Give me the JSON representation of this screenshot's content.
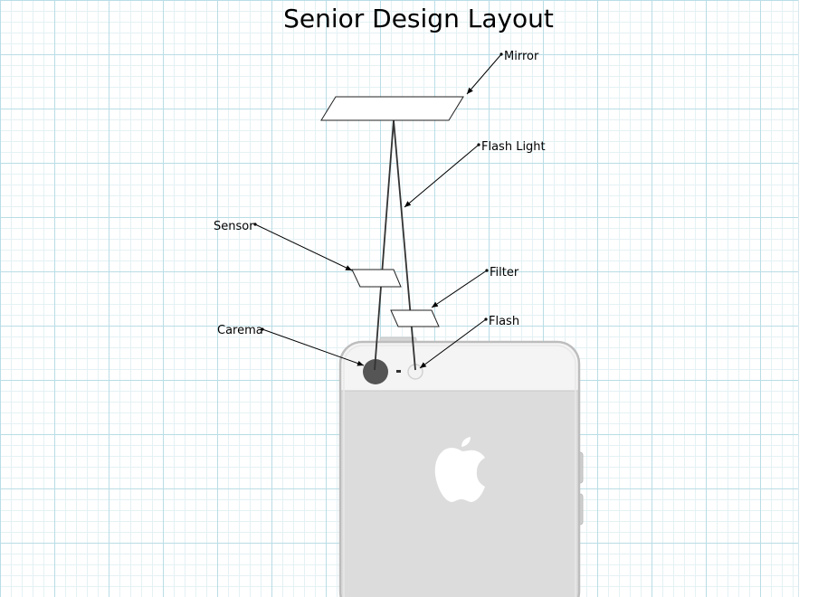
{
  "title": "Senior Design Layout",
  "labels": {
    "mirror": "Mirror",
    "flash_light": "Flash Light",
    "sensor": "Sensor",
    "filter": "Filter",
    "flash": "Flash",
    "camera": "Carema"
  },
  "colors": {
    "grid_major": "#b9dde6",
    "grid_minor": "#e4f1f4",
    "phone_body": "#dcdcdc",
    "phone_top": "#f4f4f4",
    "camera_lens": "#555555",
    "outline": "#333333"
  },
  "icons": {
    "phone_logo": "apple-logo-icon"
  }
}
